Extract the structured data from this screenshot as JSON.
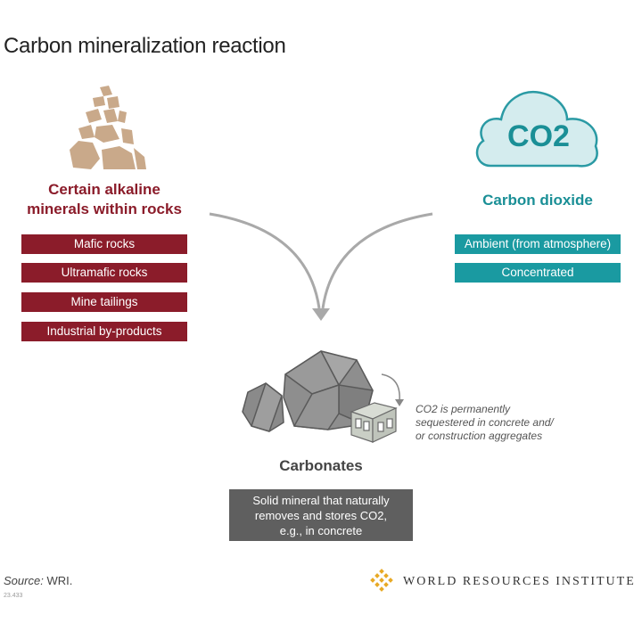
{
  "title": "Carbon mineralization reaction",
  "left": {
    "heading_line1": "Certain alkaline",
    "heading_line2": "minerals within rocks",
    "items": [
      "Mafic rocks",
      "Ultramafic rocks",
      "Mine tailings",
      "Industrial by-products"
    ]
  },
  "right": {
    "cloud_label": "CO2",
    "heading": "Carbon dioxide",
    "items": [
      "Ambient (from atmosphere)",
      "Concentrated"
    ]
  },
  "result": {
    "heading": "Carbonates",
    "box_line1": "Solid mineral that naturally",
    "box_line2": "removes and stores CO2,",
    "box_line3": "e.g., in concrete",
    "note_line1": "CO2 is permanently",
    "note_line2": "sequestered in concrete and/",
    "note_line3": "or construction aggregates"
  },
  "footer": {
    "source_label": "Source:",
    "source_value": "WRI.",
    "code": "23.433",
    "org": "WORLD RESOURCES INSTITUTE"
  },
  "colors": {
    "accent_red": "#8b1c2a",
    "accent_teal": "#1a9aa1",
    "rock_tan": "#c9a98a",
    "gray_box": "#5f5f5f",
    "logo_gold": "#e8a925"
  }
}
